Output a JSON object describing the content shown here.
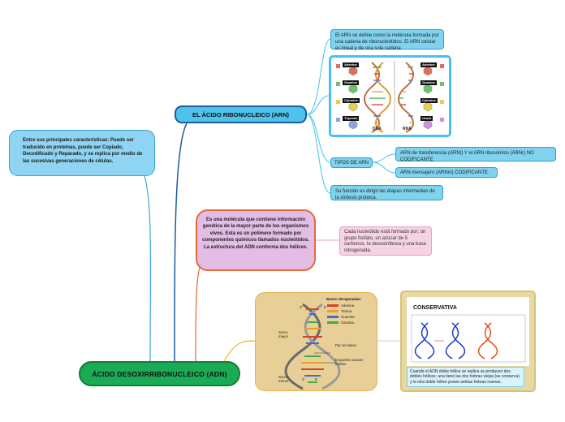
{
  "root": {
    "label": "ÁCIDO DESOXIRRIBONUCLEICO (ADN)"
  },
  "left_note": {
    "text": "Entre sus principales características: Puede ser traducido en proteínas, puede ser Copiado, Decodificado y Reparado, y se replica por medio de las sucesivas generaciones de células."
  },
  "arn": {
    "label": "EL ÁCIDO RIBONUCLEICO (ARN)",
    "definition": "El ARN se define como la molécula formada por una cadena de ribonucleótidos. El ARN celular es lineal y de una sola cadena.",
    "types_label": "TIPOS DE ARN",
    "type_1": "ARN de transferencia (ARNt) Y el ARN ribosómico (ARNr) NO CODIFICANTE",
    "type_2": "ARN mensajero (ARNm) CODIFICANTE",
    "function": "Su función es dirigir las etapas intermedias de la síntesis proteica.",
    "image": {
      "bases_dna": [
        "Adenine",
        "Guanine",
        "Cytosine",
        "Thymine"
      ],
      "bases_rna": [
        "Adenine",
        "Guanine",
        "Cytosine",
        "Uracil"
      ],
      "label_dna": "DNA",
      "label_rna": "RNA"
    }
  },
  "adn": {
    "description": "Es una molécula que contiene información genética de la mayor parte de los organismos vivos. Esta es un polímero formado por componentes químicos llamados nucleótidos. La estructura del ADN conforma dos hélices.",
    "nucleotide": "Cada nucleótido está formado por; un grupo fosfato, un azúcar de 5 carbonos, la desoxirribosa y una base nitrogenada.",
    "dna_image": {
      "legend_title": "Bases nitrogenadas:",
      "legend": [
        "Adenina",
        "Timina",
        "Guanina",
        "Citosina"
      ],
      "legend_colors": [
        "#d8402f",
        "#e8a030",
        "#3a6fd0",
        "#3bb04a"
      ],
      "surco_mayor": "Surco mayor",
      "surco_menor": "Surco menor",
      "par_bases": "Par de bases",
      "esqueleto": "Esqueleto azúcar-fosfato",
      "end_3a": "3'",
      "end_5a": "5'",
      "end_3b": "3'",
      "end_5b": "5'"
    },
    "conservativa": {
      "title": "CONSERVATIVA",
      "caption": "Cuando el ADN doble hélice se replica se producen dos dobles hélices: una tiene las dos hebras viejas (se conserva) y la otra doble hélice posee ambas hebras nuevas."
    }
  },
  "colors": {
    "root": "#1aab54",
    "arn": "#4ec2ea",
    "note_blue": "#7fd3ee",
    "pink": "#e3bde5",
    "dna_bg": "#e8cf97"
  }
}
